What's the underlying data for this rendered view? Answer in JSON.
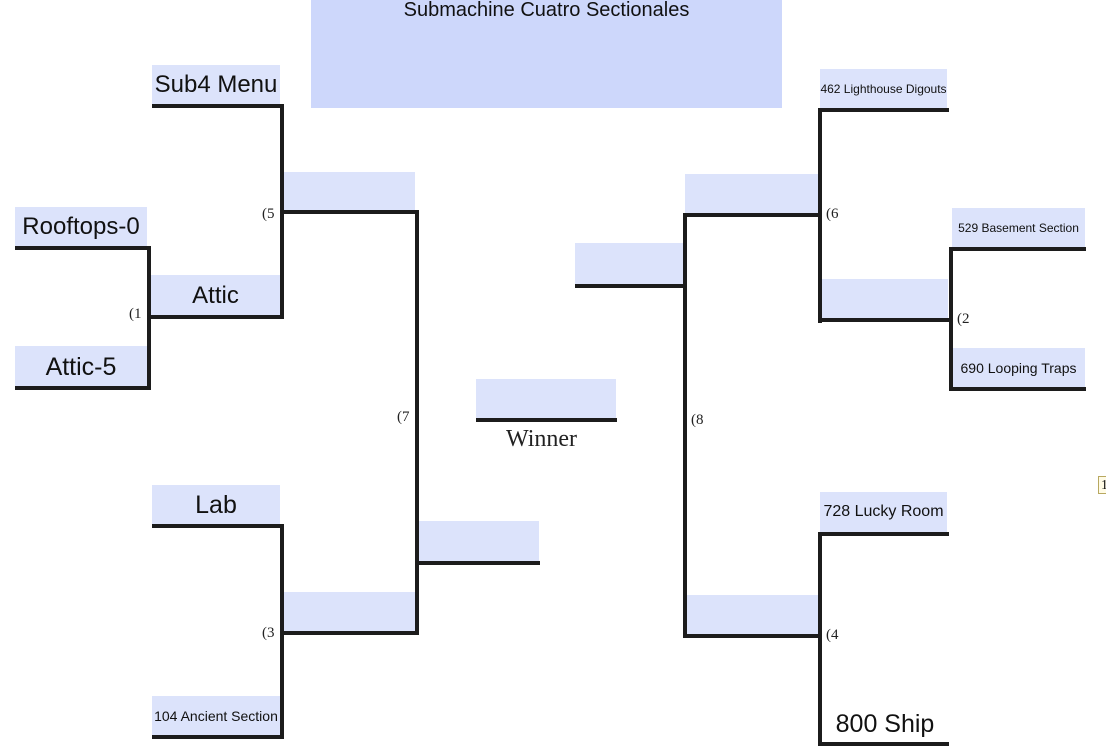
{
  "title": "Submachine Cuatro Sectionales",
  "winner_label": "Winner",
  "edge_tag": "1",
  "left": {
    "round1": {
      "top_team": "Rooftops-0",
      "bottom_team": "Attic-5",
      "seed": "(1"
    },
    "bye_top": "Sub4 Menu",
    "advance_attic": "Attic",
    "seed_5": "(5",
    "bye_bottom_top": "Lab",
    "bye_bottom_bottom": "104 Ancient Section",
    "seed_3": "(3",
    "seed_7": "(7"
  },
  "right": {
    "top_team": "462 Lighthouse Digouts",
    "round1": {
      "top_team": "529 Basement Section",
      "bottom_team": "690 Looping Traps",
      "seed": "(2"
    },
    "seed_6": "(6",
    "lower_top_team": "728 Lucky Room",
    "lower_bottom_team": "800 Ship",
    "seed_4": "(4",
    "seed_8": "(8"
  }
}
